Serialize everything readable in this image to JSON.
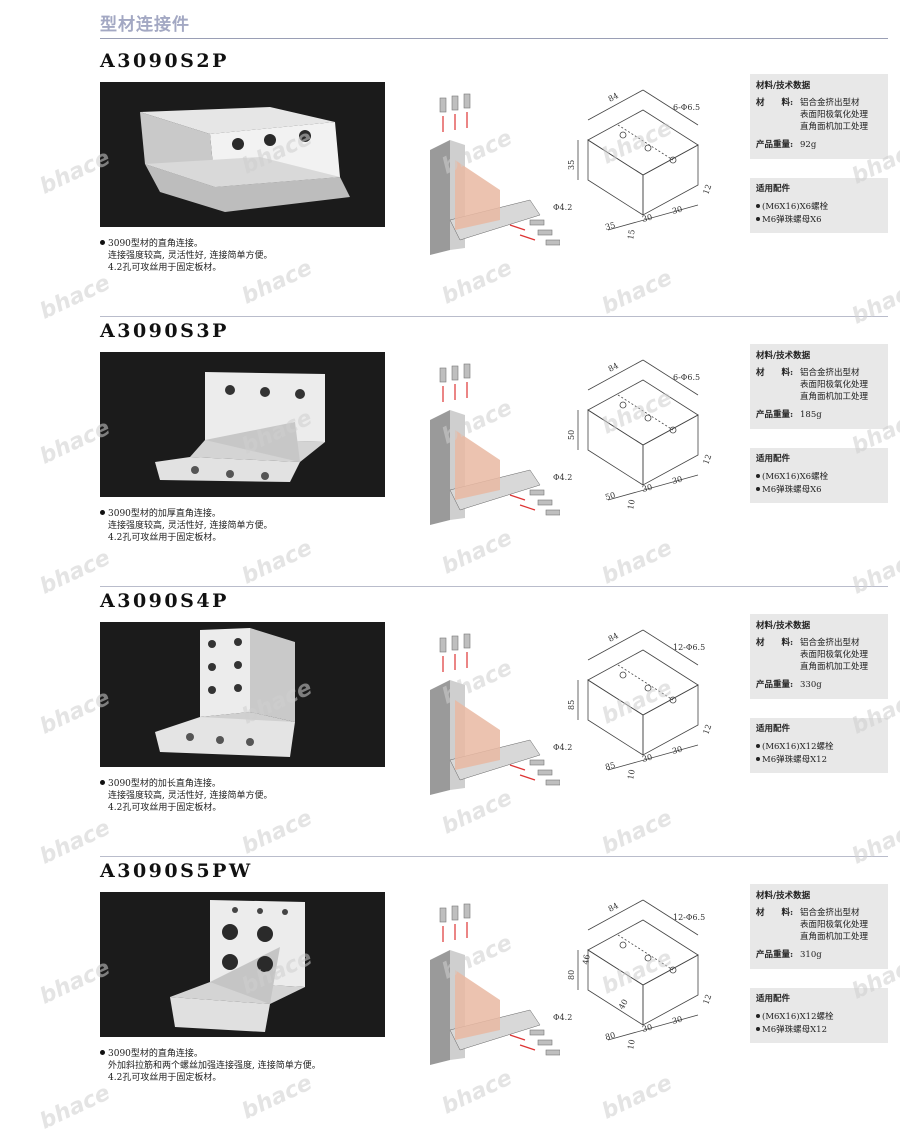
{
  "page_title": "型材连接件",
  "watermark": "bhace",
  "products": [
    {
      "model": "A3090S2P",
      "desc": [
        "3090型材的直角连接。",
        "连接强度较高, 灵活性好, 连接简单方便。",
        "4.2孔可攻丝用于固定板材。"
      ],
      "spec_title": "材料/技术数据",
      "material_label": "材　　料:",
      "material": [
        "铝合金挤出型材",
        "表面阳极氧化处理",
        "直角面机加工处理"
      ],
      "weight_label": "产品重量:",
      "weight": "92g",
      "fit_title": "适用配件",
      "fits": [
        "(M6X16)X6螺栓",
        "M6弹珠螺母X6"
      ],
      "dims": {
        "width": "84",
        "holes": "6-Φ6.5",
        "height": "35",
        "hole_small": "Φ4.2",
        "d1": "35",
        "d2": "30",
        "d3": "30",
        "d4": "12",
        "d5": "15"
      }
    },
    {
      "model": "A3090S3P",
      "desc": [
        "3090型材的加厚直角连接。",
        "连接强度较高, 灵活性好, 连接简单方便。",
        "4.2孔可攻丝用于固定板材。"
      ],
      "spec_title": "材料/技术数据",
      "material_label": "材　　料:",
      "material": [
        "铝合金挤出型材",
        "表面阳极氧化处理",
        "直角面机加工处理"
      ],
      "weight_label": "产品重量:",
      "weight": "185g",
      "fit_title": "适用配件",
      "fits": [
        "(M6X16)X6螺栓",
        "M6弹珠螺母X6"
      ],
      "dims": {
        "width": "84",
        "holes": "6-Φ6.5",
        "height": "50",
        "hole_small": "Φ4.2",
        "d1": "50",
        "d2": "30",
        "d3": "30",
        "d4": "12",
        "d5": "10"
      }
    },
    {
      "model": "A3090S4P",
      "desc": [
        "3090型材的加长直角连接。",
        "连接强度较高, 灵活性好, 连接简单方便。",
        "4.2孔可攻丝用于固定板材。"
      ],
      "spec_title": "材料/技术数据",
      "material_label": "材　　料:",
      "material": [
        "铝合金挤出型材",
        "表面阳极氧化处理",
        "直角面机加工处理"
      ],
      "weight_label": "产品重量:",
      "weight": "330g",
      "fit_title": "适用配件",
      "fits": [
        "(M6X16)X12螺栓",
        "M6弹珠螺母X12"
      ],
      "dims": {
        "width": "84",
        "holes": "12-Φ6.5",
        "height": "85",
        "hole_small": "Φ4.2",
        "d1": "85",
        "d2": "30",
        "d3": "30",
        "d4": "12",
        "d5": "10"
      }
    },
    {
      "model": "A3090S5PW",
      "desc": [
        "3090型材的直角连接。",
        "外加斜拉筋和两个螺丝加强连接强度, 连接简单方便。",
        "4.2孔可攻丝用于固定板材。"
      ],
      "spec_title": "材料/技术数据",
      "material_label": "材　　料:",
      "material": [
        "铝合金挤出型材",
        "表面阳极氧化处理",
        "直角面机加工处理"
      ],
      "weight_label": "产品重量:",
      "weight": "310g",
      "fit_title": "适用配件",
      "fits": [
        "(M6X16)X12螺栓",
        "M6弹珠螺母X12"
      ],
      "dims": {
        "width": "84",
        "holes": "12-Φ6.5",
        "height": "80",
        "hole_small": "Φ4.2",
        "d1": "80",
        "d2": "30",
        "d3": "30",
        "d4": "12",
        "d5": "10",
        "d6": "40",
        "d7": "46"
      }
    }
  ]
}
